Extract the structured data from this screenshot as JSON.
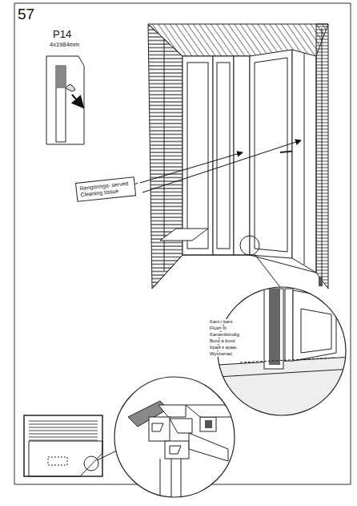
{
  "diagram": {
    "title": "57",
    "nodes": [
      {
        "text": [
          "Rengörings- servett",
          "Cleaning tissue"
        ]
      }
    ],
    "labels": [
      "P14",
      "4x1984mm",
      "Kant i kant",
      "Flush fit",
      "Kantenbündig",
      "Bord à bord",
      "Край к краю.",
      "Wyrównać"
    ]
  }
}
